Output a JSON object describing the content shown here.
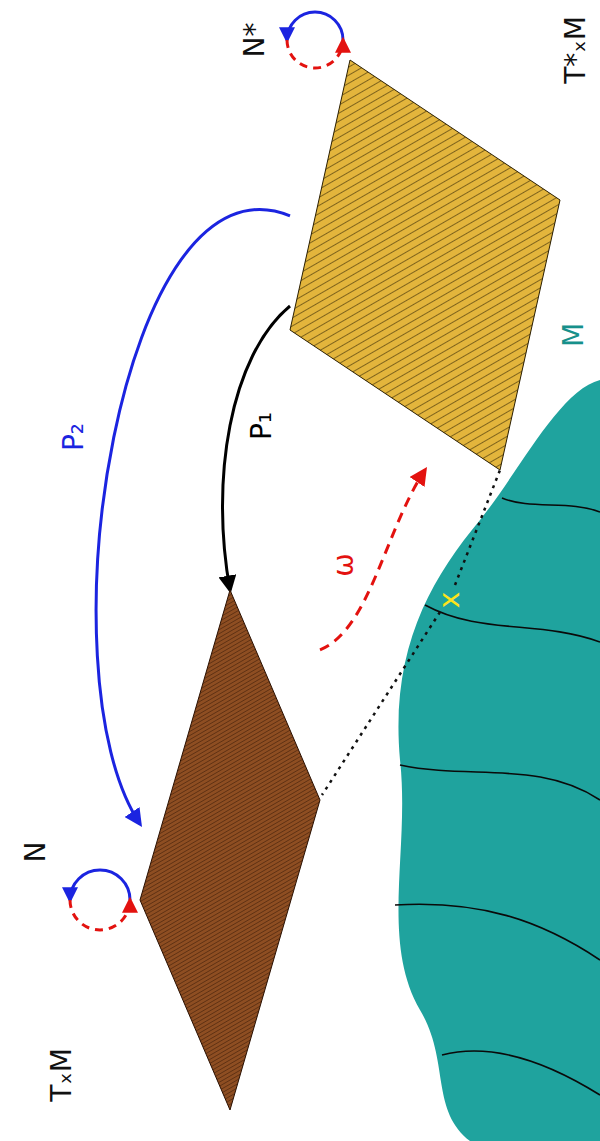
{
  "diagram": {
    "nodes": [
      {
        "text": [
          "T*ₓM"
        ]
      },
      {
        "text": [
          "TₓM"
        ]
      },
      {
        "text": [
          "M"
        ]
      }
    ],
    "edges": [
      {
        "from": 0,
        "to": 1,
        "arrow": "to",
        "label": "P₁"
      },
      {
        "from": 0,
        "to": 1,
        "arrow": "to",
        "label": "P₂"
      },
      {
        "from": 1,
        "to": 0,
        "arrow": "to",
        "label": "ω"
      }
    ],
    "labels": [
      "N*",
      "N",
      "x"
    ]
  }
}
